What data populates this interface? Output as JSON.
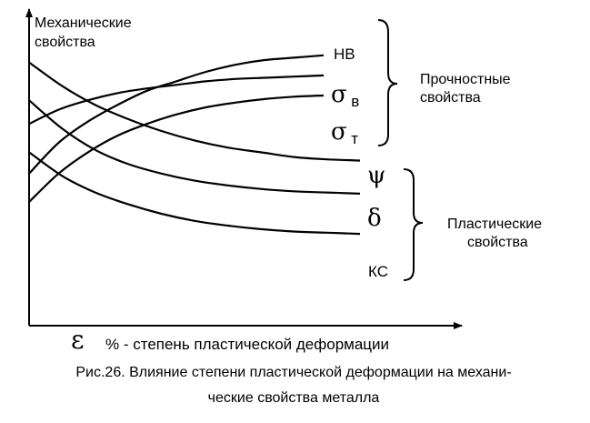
{
  "chart_data": {
    "type": "line",
    "ylabel_lines": [
      "Механические",
      "свойства"
    ],
    "xlabel_symbol": "ε",
    "xlabel": "% - степень пластической деформации",
    "caption_lines": [
      "Рис.26. Влияние степени пластической деформации на механи-",
      "ческие свойства металла"
    ],
    "xlim": [
      0,
      100
    ],
    "ylim": [
      0,
      100
    ],
    "x": [
      0,
      10,
      20,
      30,
      40,
      50,
      60,
      70,
      80,
      90,
      100
    ],
    "series": [
      {
        "name": "HB",
        "symbol": "",
        "sub": "",
        "group": "strength",
        "values": [
          42,
          55,
          64,
          71,
          77,
          81,
          85,
          88,
          90,
          91,
          92
        ]
      },
      {
        "name": "",
        "symbol": "σ",
        "sub": "в",
        "group": "strength",
        "values": [
          63,
          69,
          73,
          76,
          78,
          79.5,
          81,
          82,
          82.5,
          83,
          83.5
        ]
      },
      {
        "name": "",
        "symbol": "σ",
        "sub": "т",
        "group": "strength",
        "values": [
          30,
          42,
          51,
          58,
          63,
          67,
          70,
          72,
          73.5,
          74.5,
          75
        ]
      },
      {
        "name": "",
        "symbol": "ψ",
        "sub": "",
        "group": "plasticity",
        "values": [
          89,
          79,
          71,
          65,
          60,
          56,
          53,
          51,
          49,
          48,
          47.5
        ]
      },
      {
        "name": "",
        "symbol": "δ",
        "sub": "",
        "group": "plasticity",
        "values": [
          73,
          61,
          52,
          46,
          42,
          39,
          37,
          35.5,
          34.5,
          34,
          33.5
        ]
      },
      {
        "name": "КС",
        "symbol": "",
        "sub": "",
        "group": "plasticity",
        "values": [
          51,
          41,
          34,
          29,
          25,
          22,
          20,
          18.5,
          17.5,
          17,
          16.5
        ]
      }
    ],
    "groups": [
      {
        "id": "strength",
        "label_lines": [
          "Прочностные",
          "свойства"
        ]
      },
      {
        "id": "plasticity",
        "label_lines": [
          "Пластические",
          "свойства"
        ]
      }
    ]
  }
}
